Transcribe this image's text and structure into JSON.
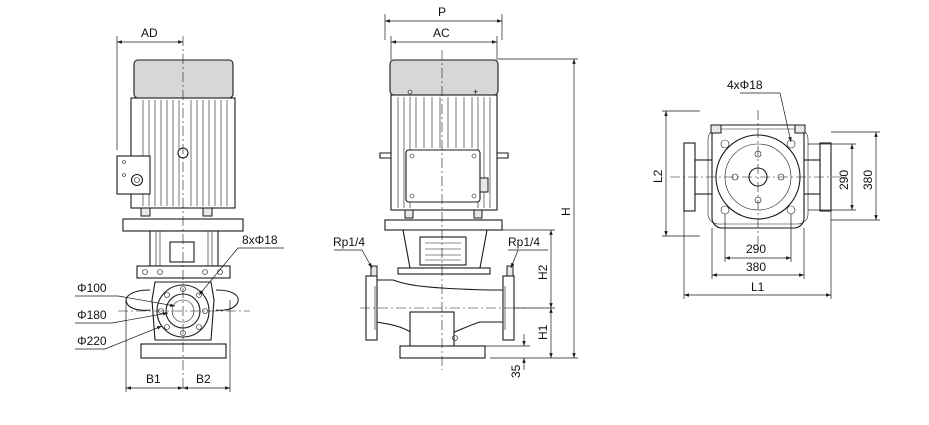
{
  "dimensions": {
    "AD": "AD",
    "P": "P",
    "AC": "AC",
    "H": "H",
    "H1": "H1",
    "H2": "H2",
    "B1": "B1",
    "B2": "B2",
    "L1": "L1",
    "L2": "L2",
    "dim_35": "35",
    "dim_290_h": "290",
    "dim_380_h": "380",
    "dim_290_v": "290",
    "dim_380_v": "380"
  },
  "callouts": {
    "bolt_holes_front": "8xΦ18",
    "d100": "Φ100",
    "d180": "Φ180",
    "d220": "Φ220",
    "rp_left": "Rp1/4",
    "rp_right": "Rp1/4",
    "foot_holes_top": "4xΦ18"
  }
}
